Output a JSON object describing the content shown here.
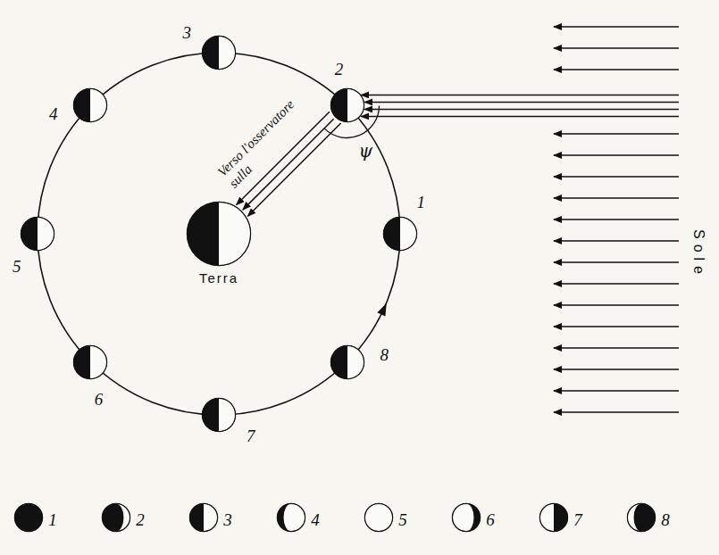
{
  "diagram": {
    "nodes": [
      {
        "text": [
          "1"
        ]
      },
      {
        "text": [
          "2"
        ]
      },
      {
        "text": [
          "3"
        ]
      },
      {
        "text": [
          "4"
        ]
      },
      {
        "text": [
          "5"
        ]
      },
      {
        "text": [
          "6"
        ]
      },
      {
        "text": [
          "7"
        ]
      },
      {
        "text": [
          "8"
        ]
      },
      {
        "text": [
          "Terra"
        ]
      },
      {
        "text": [
          "1"
        ]
      },
      {
        "text": [
          "2"
        ]
      },
      {
        "text": [
          "3"
        ]
      },
      {
        "text": [
          "4"
        ]
      },
      {
        "text": [
          "5"
        ]
      },
      {
        "text": [
          "6"
        ]
      },
      {
        "text": [
          "7"
        ]
      },
      {
        "text": [
          "8"
        ]
      }
    ],
    "edges": [
      {
        "from": 1,
        "to": 8,
        "arrow": "to"
      },
      {
        "from": 1,
        "to": 8,
        "arrow": "to"
      },
      {
        "from": 1,
        "to": 8,
        "arrow": "to"
      }
    ],
    "labels": [
      "Verso l'osservatore sulla",
      "ψ",
      "Sole"
    ]
  }
}
